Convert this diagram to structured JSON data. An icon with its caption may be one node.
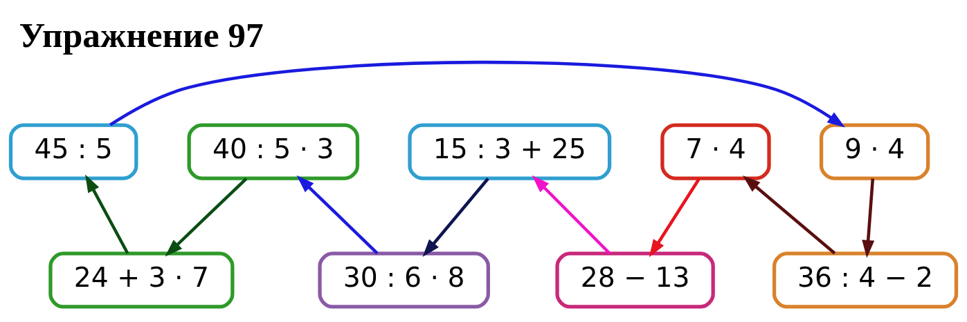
{
  "diagram": {
    "title": "Упражнение 97",
    "nodes": [
      {
        "text": [
          "7 · 4"
        ]
      },
      {
        "text": [
          "9 · 4"
        ]
      },
      {
        "text": [
          "40 : 5 · 3"
        ]
      },
      {
        "text": [
          "15 : 3 + 25"
        ]
      },
      {
        "text": [
          "45 : 5"
        ]
      },
      {
        "text": [
          "28 − 13"
        ]
      },
      {
        "text": [
          "36 : 4 − 2"
        ]
      },
      {
        "text": [
          "30 : 6 · 8"
        ]
      },
      {
        "text": [
          "24 + 3 · 7"
        ]
      }
    ],
    "edges": [
      {
        "from": 0,
        "to": 5,
        "arrow": "to",
        "color": "#e8141e"
      },
      {
        "from": 5,
        "to": 3,
        "arrow": "to",
        "color": "#f012c8"
      },
      {
        "from": 3,
        "to": 7,
        "arrow": "to",
        "color": "#0f1550"
      },
      {
        "from": 7,
        "to": 2,
        "arrow": "to",
        "color": "#1a1adf"
      },
      {
        "from": 2,
        "to": 8,
        "arrow": "to",
        "color": "#0b4d12"
      },
      {
        "from": 8,
        "to": 4,
        "arrow": "to",
        "color": "#0b4d12"
      },
      {
        "from": 4,
        "to": 1,
        "arrow": "to",
        "color": "#1a1adf"
      },
      {
        "from": 1,
        "to": 6,
        "arrow": "to",
        "color": "#5a0f0f"
      },
      {
        "from": 6,
        "to": 0,
        "arrow": "to",
        "color": "#5a0f0f"
      }
    ]
  }
}
